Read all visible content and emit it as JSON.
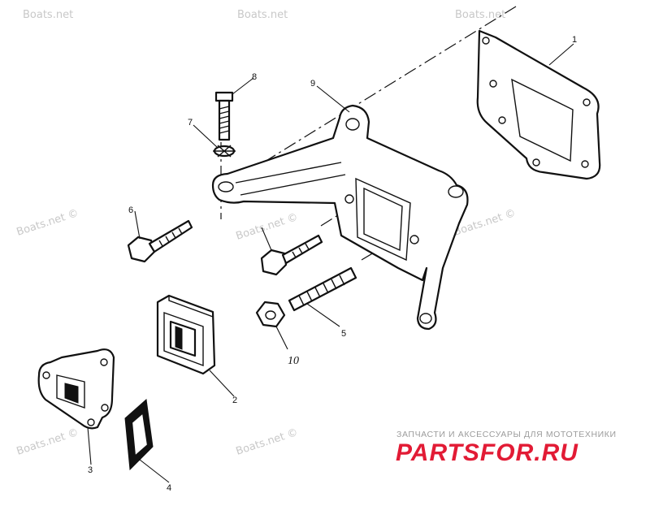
{
  "diagram": {
    "callouts": [
      {
        "id": "1",
        "label": "1"
      },
      {
        "id": "2",
        "label": "2"
      },
      {
        "id": "3",
        "label": "3"
      },
      {
        "id": "4",
        "label": "4"
      },
      {
        "id": "5",
        "label": "5"
      },
      {
        "id": "6",
        "label": "6"
      },
      {
        "id": "7",
        "label": "7"
      },
      {
        "id": "8",
        "label": "8"
      },
      {
        "id": "9",
        "label": "9"
      },
      {
        "id": "10",
        "label": "10"
      }
    ]
  },
  "watermarks": [
    "Boats.net",
    "Boats.net",
    "Boats.net",
    "Boats.net ©",
    "Boats.net ©",
    "Boats.net ©",
    "Boats.net ©",
    "Boats.net ©"
  ],
  "brand": {
    "tagline": "ЗАПЧАСТИ И АКСЕССУАРЫ ДЛЯ МОТОТЕХНИКИ",
    "logo_main": "PARTSFOR",
    "logo_suffix": ".RU",
    "logo_color": "#e21b35"
  }
}
